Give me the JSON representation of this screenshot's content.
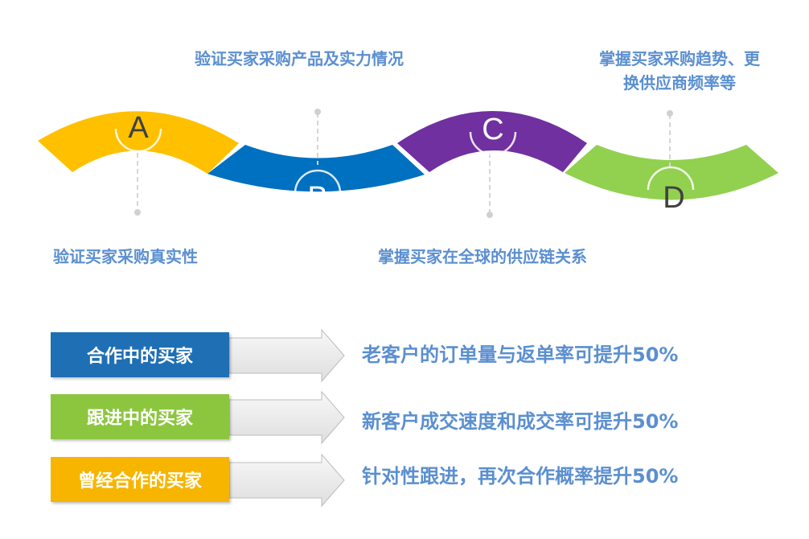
{
  "stages": [
    {
      "letter": "A",
      "color": "#ffc000",
      "caption": "验证买家采购真实性"
    },
    {
      "letter": "B",
      "color": "#0070c0",
      "caption": "验证买家采购产品及实力情况"
    },
    {
      "letter": "C",
      "color": "#7030a0",
      "caption": "掌握买家在全球的供应链关系"
    },
    {
      "letter": "D",
      "color": "#92d050",
      "caption_lines": [
        "掌握买家采购趋势、更",
        "换供应商频率等"
      ]
    }
  ],
  "rows": [
    {
      "label": "合作中的买家",
      "color": "#1f6fb5",
      "result": "老客户的订单量与返单率可提升50%"
    },
    {
      "label": "跟进中的买家",
      "color": "#8cc63f",
      "result": "新客户成交速度和成交率可提升50%"
    },
    {
      "label": "曾经合作的买家",
      "color": "#f7b500",
      "result": "针对性跟进，再次合作概率提升50%"
    }
  ]
}
